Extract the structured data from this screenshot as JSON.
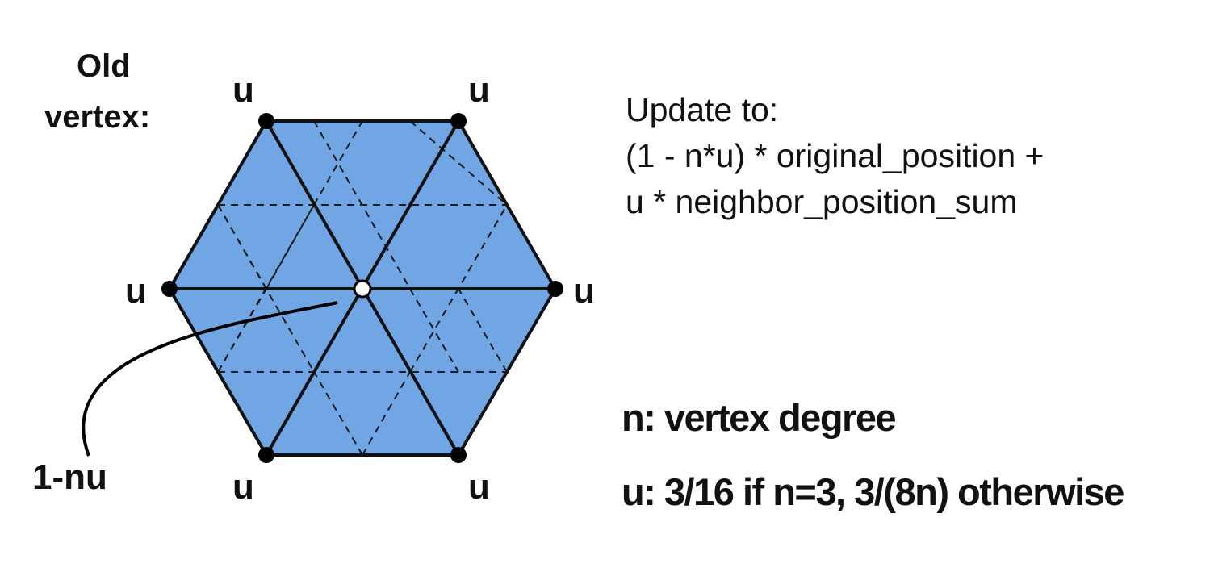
{
  "diagram": {
    "old_vertex_label_line1": "Old",
    "old_vertex_label_line2": "vertex:",
    "center_weight_label": "1-nu",
    "neighbor_weight_label": "u",
    "colors": {
      "fill": "#6fa6e3",
      "edge": "#111111",
      "vertex": "#000000",
      "center_vertex": "#ffffff"
    }
  },
  "update_rule": {
    "line1": "Update to:",
    "line2": "(1 - n*u) * original_position +",
    "line3": "u * neighbor_position_sum"
  },
  "definitions": {
    "n_def": "n: vertex degree",
    "u_def": "u: 3/16 if n=3, 3/(8n) otherwise"
  }
}
